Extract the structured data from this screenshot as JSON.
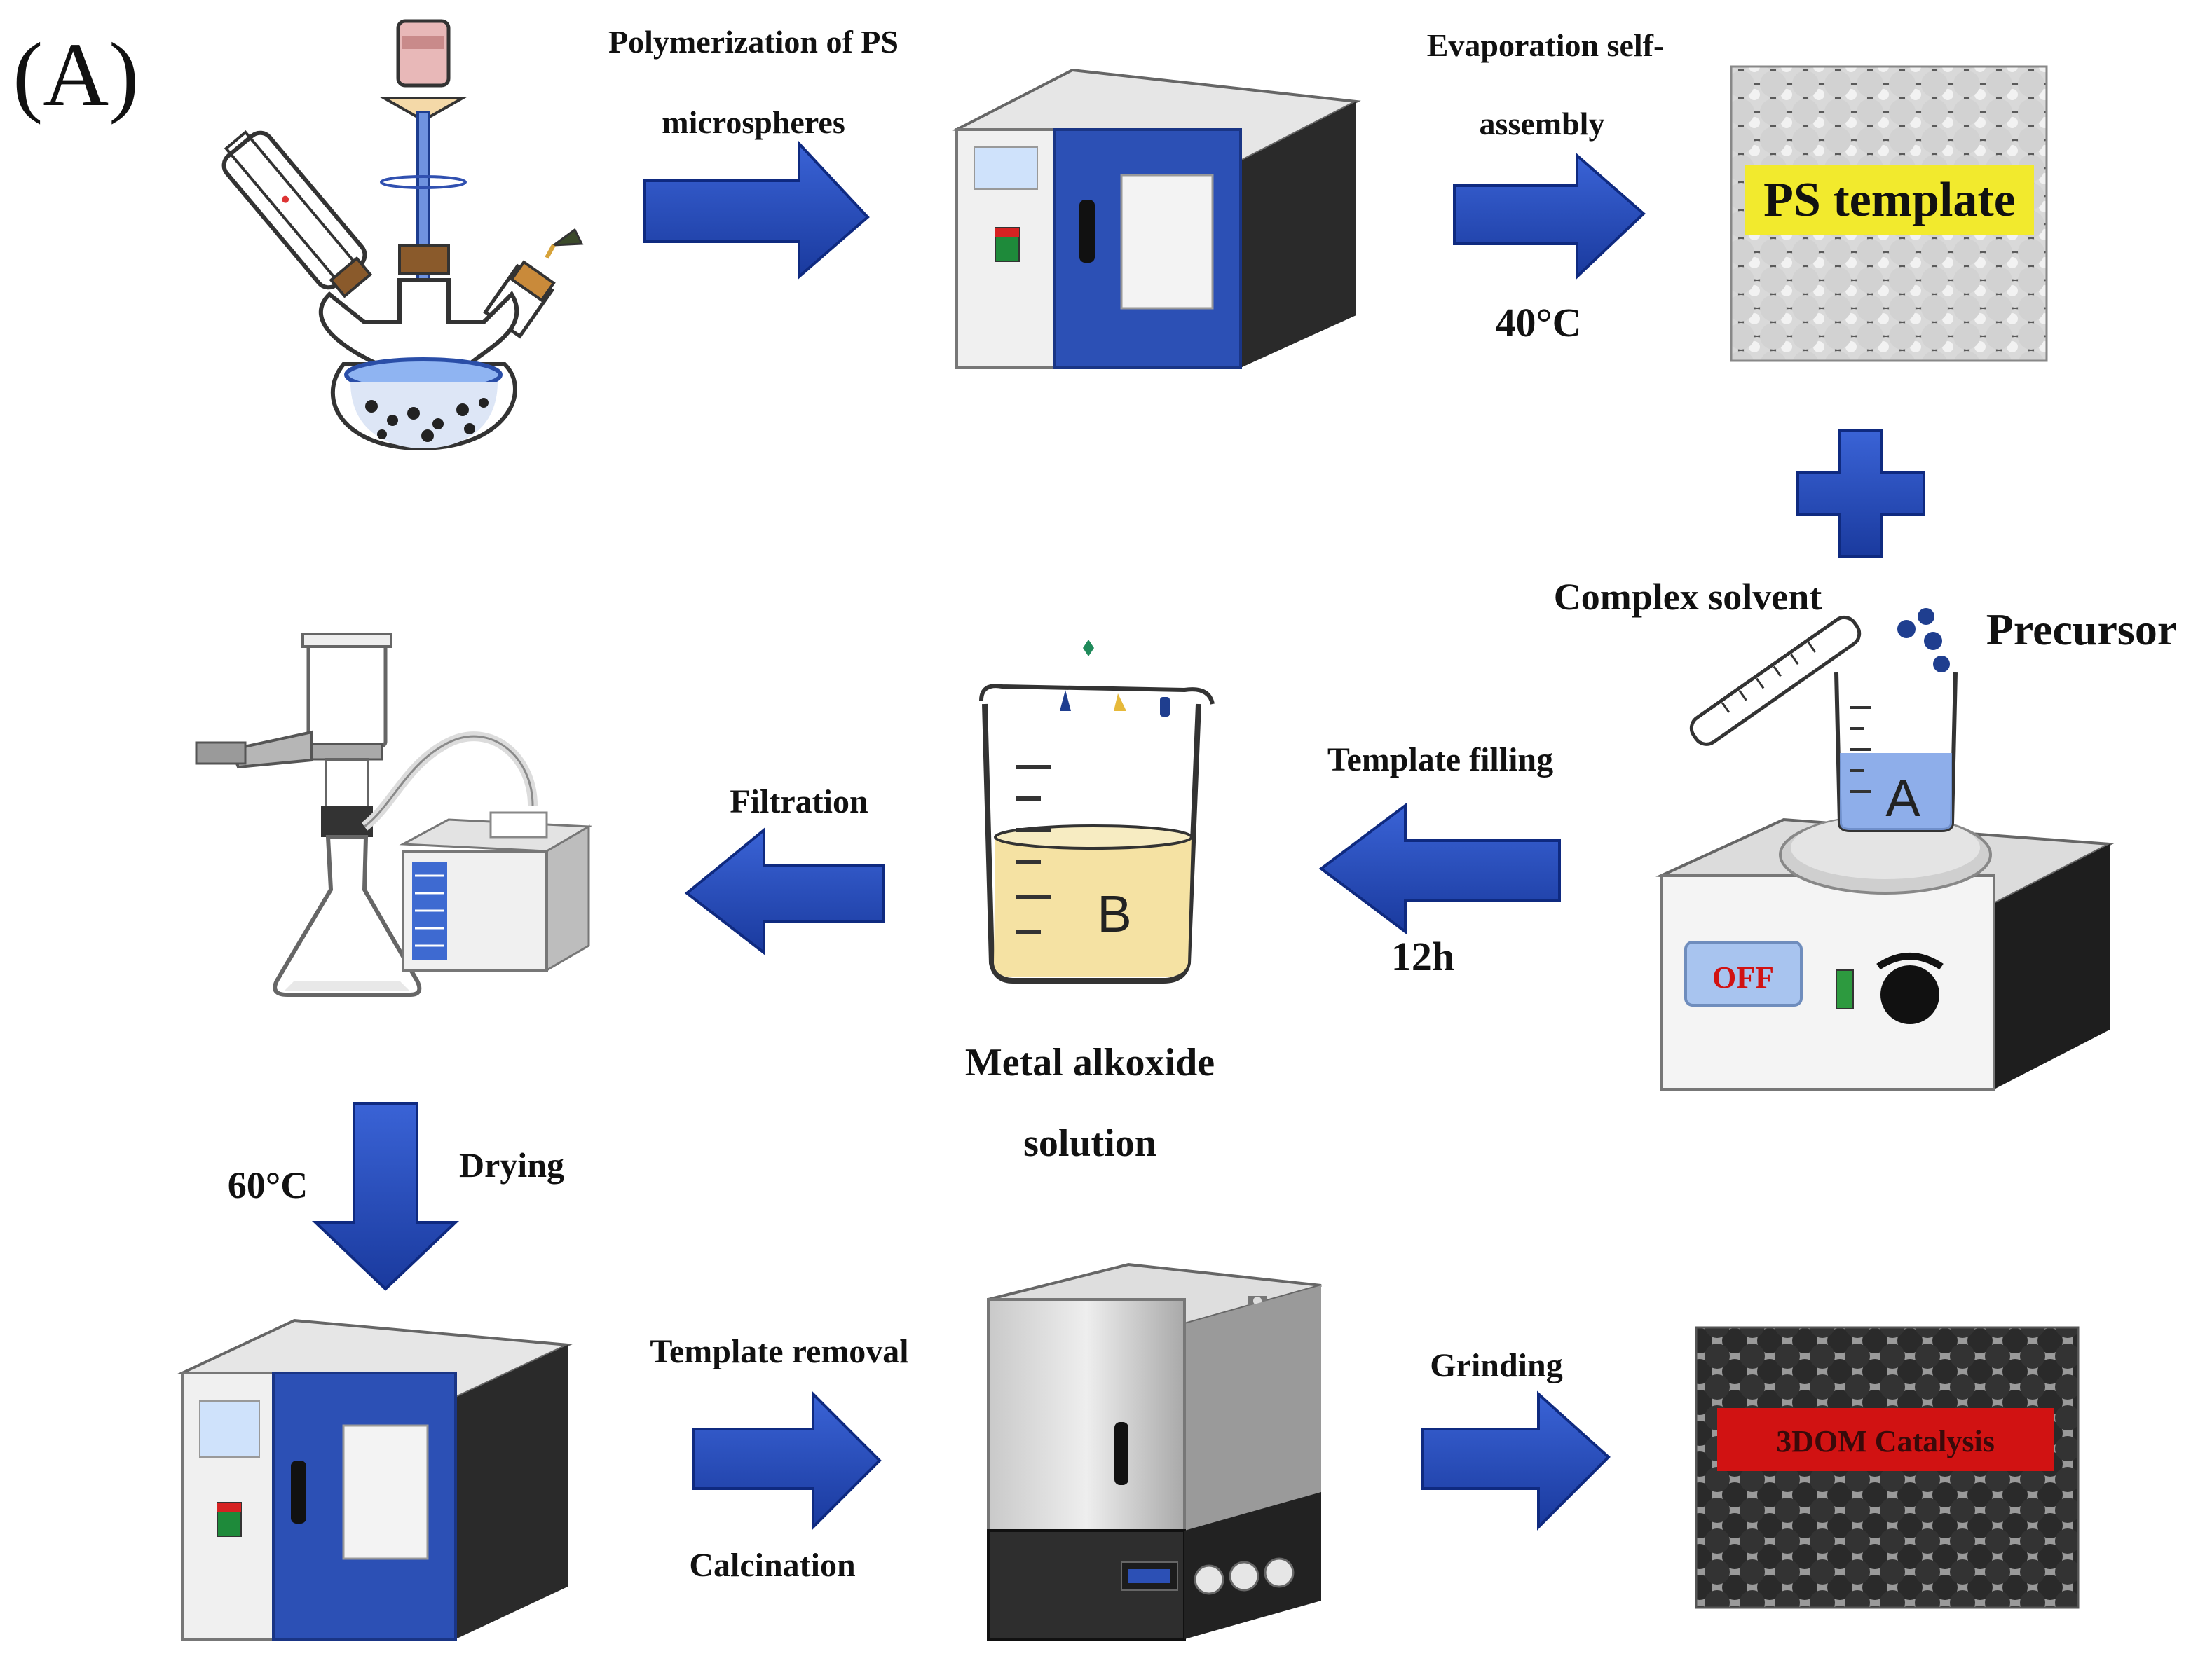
{
  "panel_label": "(A)",
  "colors": {
    "arrow_blue": "#2147b3",
    "arrow_blue_dark": "#143187",
    "oven_blue": "#2c50b5",
    "highlight_yellow": "#f2ea2d",
    "banner_red": "#d11212",
    "solution_yellow": "#f5e2a3"
  },
  "steps": {
    "polymerization_line1": "Polymerization of PS",
    "polymerization_line2": "microspheres",
    "evaporation_line1": "Evaporation self-",
    "evaporation_line2": "assembly",
    "evaporation_temp": "40°C",
    "complex_solvent": "Complex solvent",
    "precursor": "Precursor",
    "template_filling": "Template filling",
    "template_filling_time": "12h",
    "metal_alkoxide_line1": "Metal alkoxide",
    "metal_alkoxide_line2": "solution",
    "filtration": "Filtration",
    "drying": "Drying",
    "drying_temp": "60°C",
    "template_removal": "Template removal",
    "calcination": "Calcination",
    "grinding": "Grinding"
  },
  "images": {
    "ps_template_label": "PS template",
    "product_label": "3DOM Catalysis"
  },
  "stirrer": {
    "off_button": "OFF",
    "beaker_a": "A"
  },
  "beaker_b": "B"
}
